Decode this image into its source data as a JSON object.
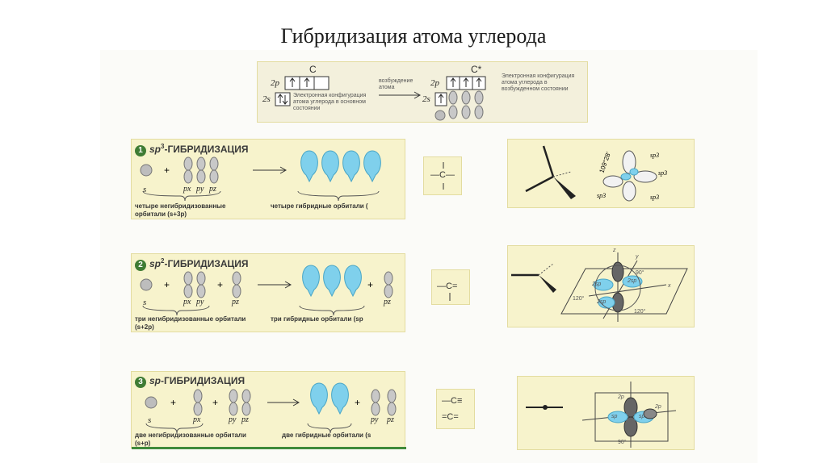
{
  "title": "Гибридизация атома углерода",
  "config": {
    "c_ground": "C",
    "c_excited": "C*",
    "orb_2p": "2p",
    "orb_2s": "2s",
    "ground_note": "Электронная конфигурация атома углерода в основном состоянии",
    "excite_note": "возбуждение атома",
    "excited_note": "Электронная конфигурация атома углерода в возбужденном состоянии"
  },
  "sp3": {
    "num": "1",
    "head_it": "sp",
    "head_sup": "3",
    "head_rest": "-ГИБРИДИЗАЦИЯ",
    "s": "s",
    "px": "px",
    "py": "py",
    "pz": "pz",
    "left_note": "четыре негибридизованные орбитали (s+3p)",
    "right_note": "четыре гибридные орбитали (",
    "formula": "—C—",
    "angle": "109°28'",
    "lobe_label": "sp3"
  },
  "sp2": {
    "num": "2",
    "head_it": "sp",
    "head_sup": "2",
    "head_rest": "-ГИБРИДИЗАЦИЯ",
    "s": "s",
    "px": "px",
    "py": "py",
    "pz": "pz",
    "pz2": "pz",
    "left_note": "три негибридизованные орбитали (s+2p)",
    "right_note": "три гибридные орбитали (sp",
    "formula": "—C=",
    "angle1": "120°",
    "angle2": "120°",
    "angle3": "90°",
    "lobe_label": "2sp",
    "axis_z": "z",
    "axis_y": "y",
    "axis_x": "x"
  },
  "sp": {
    "num": "3",
    "head_it": "sp",
    "head_rest": "-ГИБРИДИЗАЦИЯ",
    "s": "s",
    "px": "px",
    "py": "py",
    "pz": "pz",
    "py2": "py",
    "pz2": "pz",
    "left_note": "две негибридизованные орбитали (s+p)",
    "right_note": "две гибридные орбитали (s",
    "formula1": "—C≡",
    "formula2": "=C=",
    "angle": "90°",
    "lobe_label": "sp",
    "p_label": "2p"
  }
}
